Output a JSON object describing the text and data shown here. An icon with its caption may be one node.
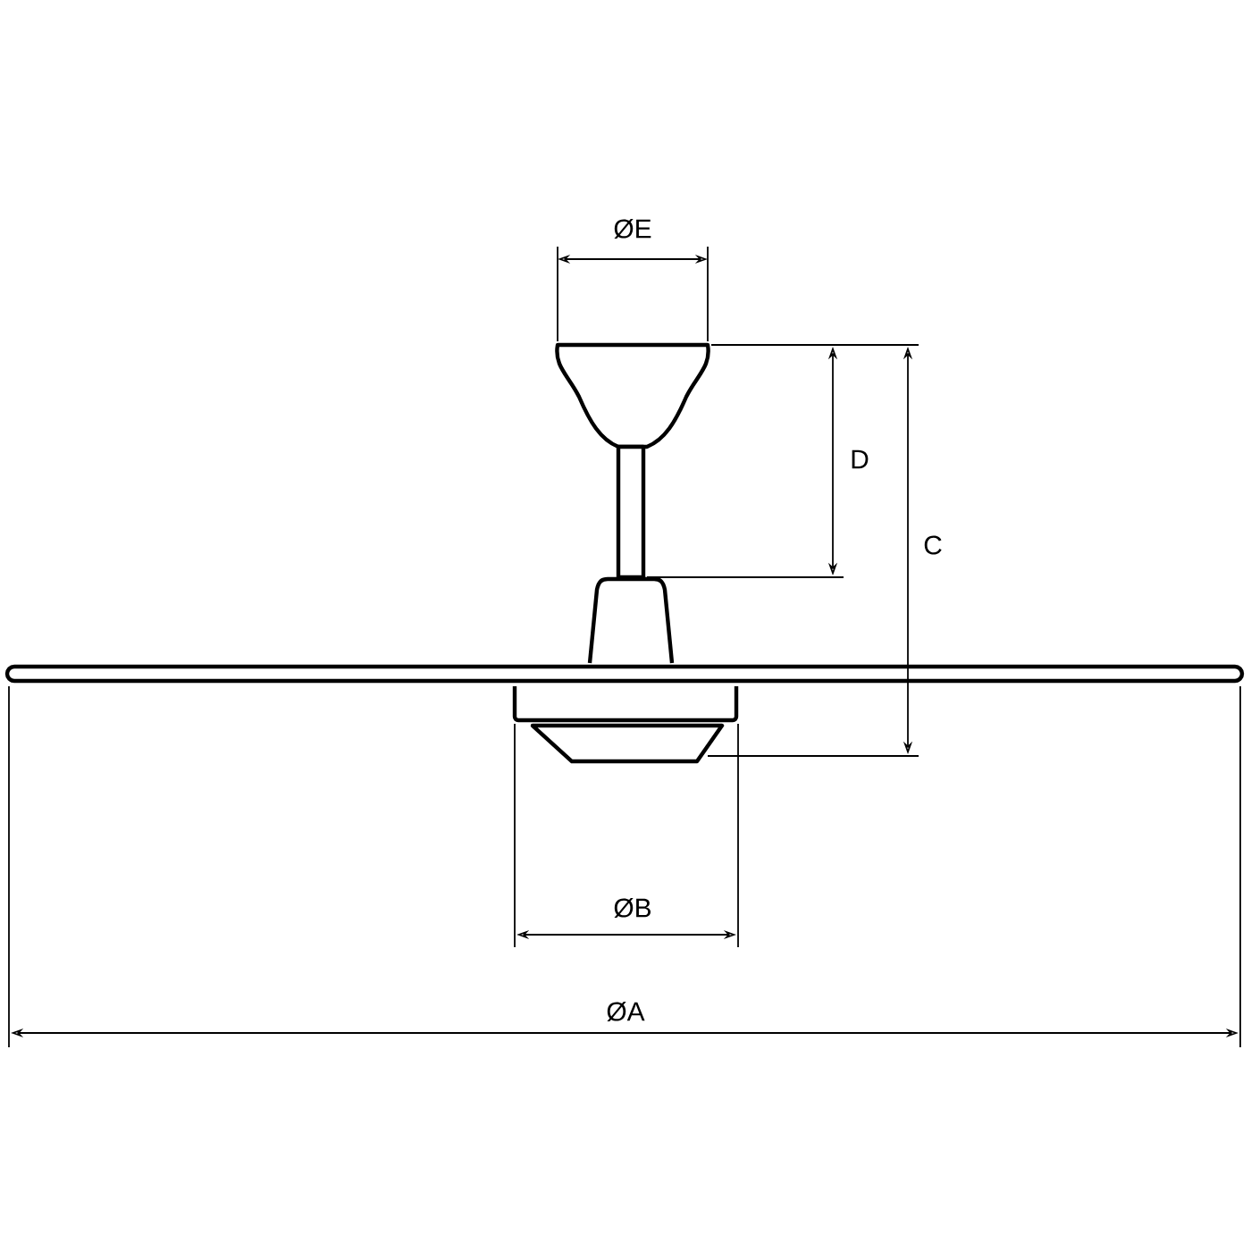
{
  "diagram": {
    "labels": [
      "ØE",
      "D",
      "C",
      "ØB",
      "ØA"
    ]
  }
}
